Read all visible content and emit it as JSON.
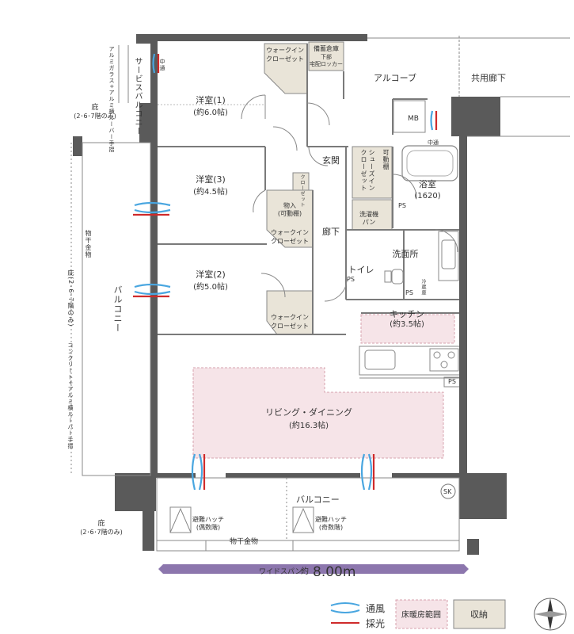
{
  "rooms": {
    "western1": {
      "name": "洋室(1)",
      "size": "(約6.0帖)"
    },
    "western3": {
      "name": "洋室(3)",
      "size": "(約4.5帖)"
    },
    "western2": {
      "name": "洋室(2)",
      "size": "(約5.0帖)"
    },
    "entrance": "玄関",
    "hall": "廊下",
    "bath": {
      "name": "浴室",
      "size": "(1620)"
    },
    "washroom": "洗面所",
    "toilet": "トイレ",
    "kitchen": {
      "name": "キッチン",
      "size": "(約3.5帖)"
    },
    "living": {
      "name": "リビング・ダイニング",
      "size": "(約16.3帖)"
    }
  },
  "storage": {
    "wic_top": [
      "ウォークイン",
      "クローゼット"
    ],
    "wic_mid": [
      "ウォークイン",
      "クローゼット"
    ],
    "wic_bottom": [
      "ウォークイン",
      "クローゼット"
    ],
    "storage_box": [
      "物入",
      "(可動棚)"
    ],
    "stockroom": [
      "備蓄倉庫",
      "下部",
      "宅配ロッカー"
    ],
    "shoes": "シューズイン",
    "shoes_closet": "クローゼット",
    "movable_shelf": "可動棚",
    "wall_closet": "クローゼット",
    "washer_pan": [
      "洗濯機",
      "パン"
    ]
  },
  "outside": {
    "alcove": "アルコーブ",
    "common_corridor": "共用廊下",
    "service_balcony": "サービスバルコニー",
    "west_balcony": "バルコニー",
    "south_balcony": "バルコニー",
    "eaves_top": [
      "庇",
      "(2･6･7階のみ)"
    ],
    "eaves_bottom": [
      "庇",
      "(2･6･7階のみ)"
    ],
    "eaves_side": "庇(2･6･7階のみ)",
    "louver_top": "アルミガラス+アルミ横ルーバー手摺",
    "louver_side": "コンクリート+アルミ横ルーバー手摺",
    "drying_side": "物干金物",
    "drying_bottom": "物干金物",
    "hatch_even": [
      "避難ハッチ",
      "(偶数階)"
    ],
    "hatch_odd": [
      "避難ハッチ",
      "(奇数階)"
    ]
  },
  "fixtures": {
    "mb": "MB",
    "ps": "PS",
    "sk": "SK",
    "vent": "中通",
    "ps_small": "PS",
    "fridge": "冷蔵庫"
  },
  "span": {
    "label": "ワイドスパン",
    "prefix": "約",
    "value": "8.00m"
  },
  "legend": {
    "ventilation": "通風",
    "daylight": "採光",
    "floor_heating": "床暖房範囲",
    "storage": "収納"
  },
  "colors": {
    "wall": "#5a5a5a",
    "storage_fill": "#e9e4d8",
    "floor_heating_fill": "#f6e4e8",
    "floor_heating_stroke": "#d7a2ae",
    "span_bar": "#8c76ad",
    "wind_blue": "#49a6e0",
    "light_red": "#cf2b2b"
  }
}
